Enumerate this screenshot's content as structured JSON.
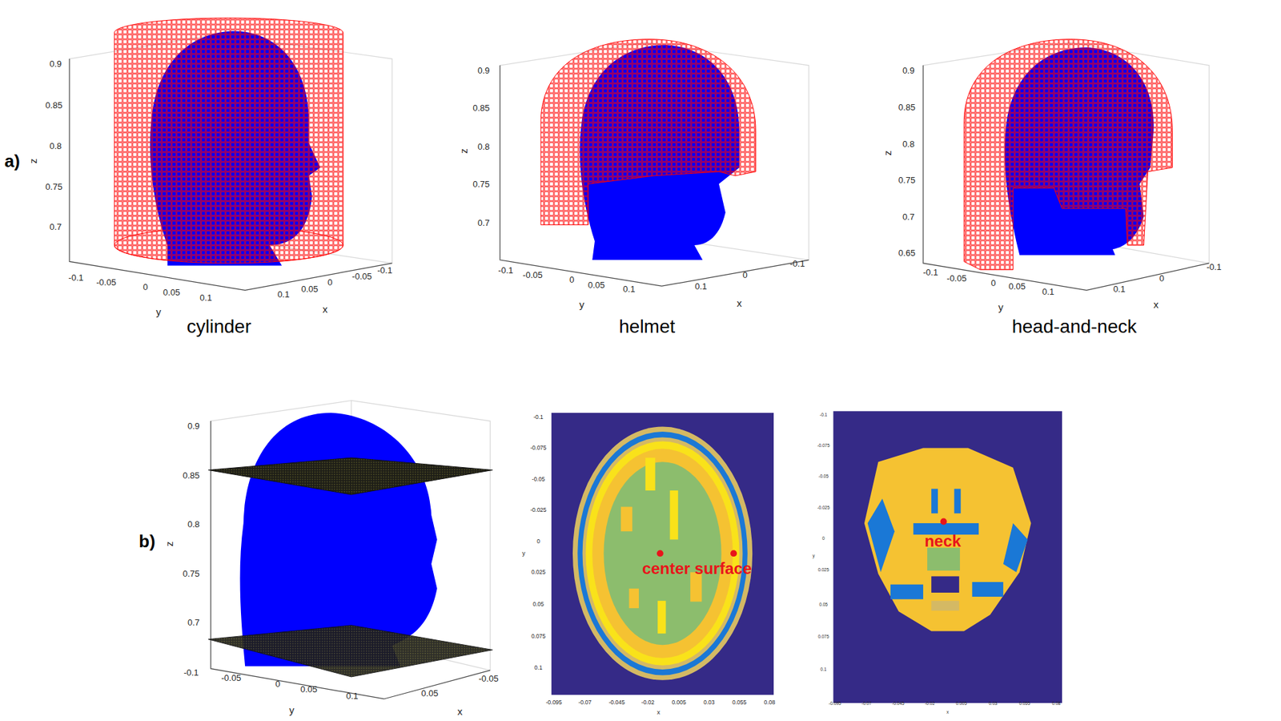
{
  "diagram": {
    "labels": [
      "a)",
      "0.9",
      "0.85",
      "0.8",
      "0.75",
      "0.7",
      "z",
      "-0.1",
      "-0.05",
      "0",
      "0.05",
      "0.1",
      "y",
      "0.1",
      "0.05",
      "0",
      "-0.05",
      "-0.1",
      "x",
      "cylinder",
      "0.9",
      "0.85",
      "0.8",
      "0.75",
      "0.7",
      "z",
      "-0.1",
      "-0.05",
      "0",
      "0.05",
      "0.1",
      "y",
      "0.1",
      "0",
      "-0.1",
      "x",
      "helmet",
      "0.9",
      "0.85",
      "0.8",
      "0.75",
      "0.7",
      "0.65",
      "z",
      "-0.1",
      "-0.05",
      "0",
      "0.05",
      "0.1",
      "y",
      "0.1",
      "0",
      "-0.1",
      "x",
      "head-and-neck",
      "b)",
      "0.9",
      "0.85",
      "0.8",
      "0.75",
      "0.7",
      "z",
      "-0.1",
      "-0.05",
      "0",
      "0.05",
      "0.1",
      "y",
      "0.05",
      "-0.05",
      "x",
      "-0.1",
      "-0.075",
      "-0.05",
      "-0.025",
      "0",
      "0.025",
      "0.05",
      "0.075",
      "0.1",
      "y",
      "-0.095",
      "-0.07",
      "-0.045",
      "-0.02",
      "0.005",
      "0.03",
      "0.055",
      "0.08",
      "x",
      "center surface",
      "-0.1",
      "-0.075",
      "-0.05",
      "-0.025",
      "0",
      "0.025",
      "0.05",
      "0.075",
      "0.1",
      "y",
      "-0.095",
      "-0.07",
      "-0.045",
      "-0.02",
      "0.005",
      "0.03",
      "0.055",
      "0.08",
      "x",
      "neck"
    ]
  }
}
